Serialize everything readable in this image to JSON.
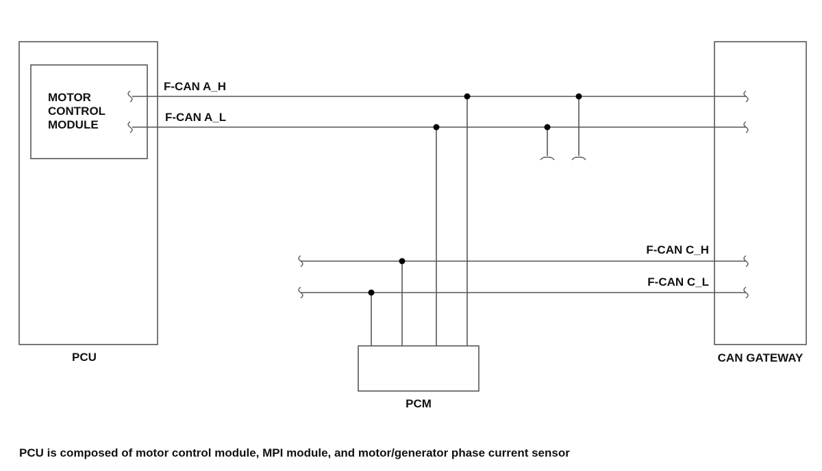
{
  "diagram": {
    "components": {
      "pcu": "PCU",
      "motor_control_module": [
        "MOTOR",
        "CONTROL",
        "MODULE"
      ],
      "can_gateway": "CAN GATEWAY",
      "pcm": "PCM"
    },
    "lines": {
      "a_h": "F-CAN A_H",
      "a_l": "F-CAN A_L",
      "c_h": "F-CAN C_H",
      "c_l": "F-CAN C_L"
    },
    "caption": "PCU is composed of motor control module, MPI module, and motor/generator phase current sensor",
    "colors": {
      "line": "#555555",
      "box": "#555555",
      "junction": "#000000",
      "text": "#111111"
    }
  }
}
